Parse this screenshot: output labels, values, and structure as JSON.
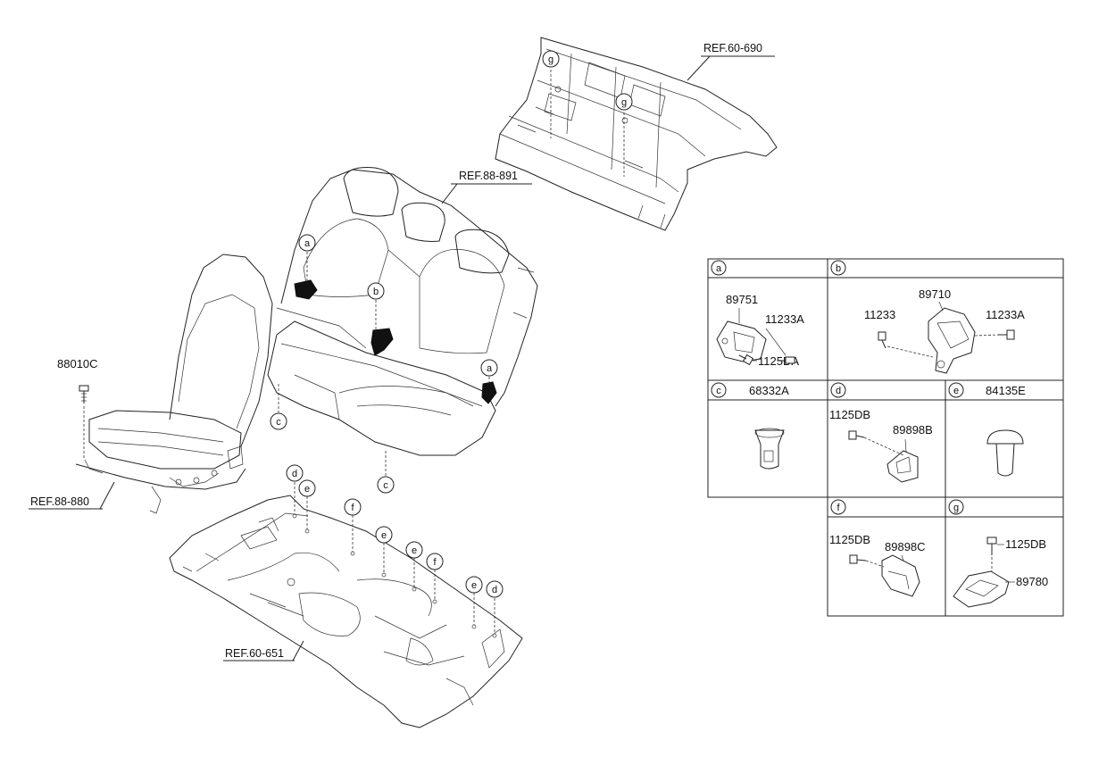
{
  "refs": {
    "ref_60_690": "REF.60-690",
    "ref_88_891": "REF.88-891",
    "ref_88_880": "REF.88-880",
    "ref_60_651": "REF.60-651"
  },
  "main_parts": {
    "front_seat_bolt": "88010C"
  },
  "callouts": {
    "a": "a",
    "b": "b",
    "c": "c",
    "d": "d",
    "e": "e",
    "f": "f",
    "g": "g"
  },
  "table": {
    "a": {
      "letter": "a",
      "parts": [
        "89751",
        "11233A",
        "1125DA"
      ]
    },
    "b": {
      "letter": "b",
      "parts": [
        "89710",
        "11233",
        "11233A"
      ]
    },
    "c": {
      "letter": "c",
      "part": "68332A"
    },
    "d": {
      "letter": "d",
      "parts": [
        "1125DB",
        "89898B"
      ]
    },
    "e": {
      "letter": "e",
      "part": "84135E"
    },
    "f": {
      "letter": "f",
      "parts": [
        "1125DB",
        "89898C"
      ]
    },
    "g": {
      "letter": "g",
      "parts": [
        "1125DB",
        "89780"
      ]
    }
  }
}
